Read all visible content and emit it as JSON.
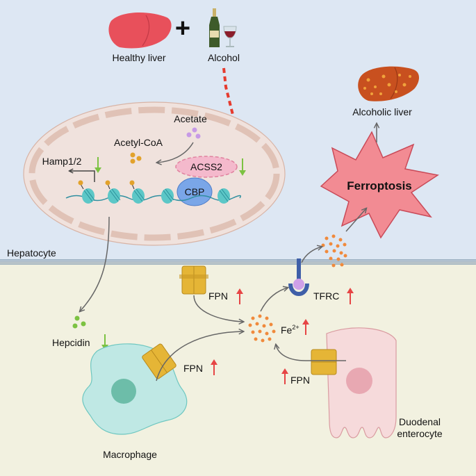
{
  "labels": {
    "healthy_liver": "Healthy liver",
    "plus": "+",
    "alcohol": "Alcohol",
    "alcoholic_liver": "Alcoholic liver",
    "acetate": "Acetate",
    "acetyl_coa": "Acetyl-CoA",
    "hamp": "Hamp1/2",
    "acss2": "ACSS2",
    "cbp": "CBP",
    "ferroptosis": "Ferroptosis",
    "hepatocyte": "Hepatocyte",
    "fpn_top": "FPN",
    "tfrc": "TFRC",
    "fe": "Fe",
    "fe_sup": "2+",
    "hepcidin": "Hepcidin",
    "fpn_macrophage": "FPN",
    "fpn_duodenal": "FPN",
    "macrophage": "Macrophage",
    "duodenal_line1": "Duodenal",
    "duodenal_line2": "enterocyte"
  },
  "colors": {
    "top_bg": "#dde7f3",
    "bottom_bg": "#f2f1e0",
    "up_arrow": "#e64545",
    "down_arrow": "#7cc242",
    "iron": "#f08a3c",
    "inhibition": "#e63b2e"
  }
}
